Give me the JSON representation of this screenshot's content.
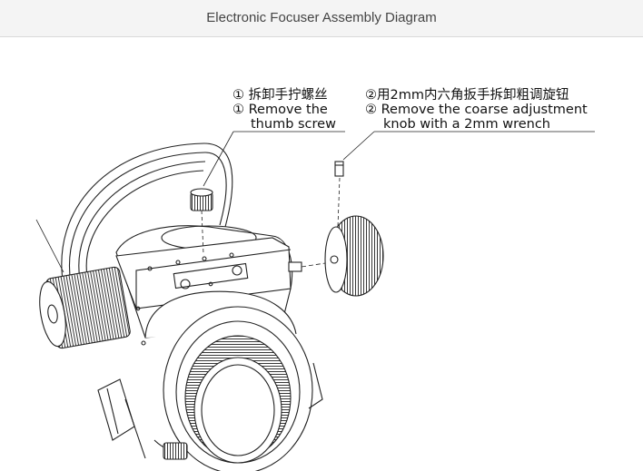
{
  "header": {
    "title": "Electronic Focuser Assembly Diagram"
  },
  "callouts": {
    "step1": {
      "zh": "① 拆卸手拧螺丝",
      "en_line1": "① Remove the",
      "en_line2": "thumb screw"
    },
    "step2": {
      "zh": "②用2mm内六角扳手拆卸粗调旋钮",
      "en_line1": "② Remove the coarse adjustment",
      "en_line2": "knob with a 2mm wrench"
    }
  },
  "colors": {
    "line": "#222222",
    "header_bg": "#f4f4f4",
    "header_text": "#444444"
  },
  "icons": {
    "step1_marker": "circled-digit-one",
    "step2_marker": "circled-digit-two"
  }
}
